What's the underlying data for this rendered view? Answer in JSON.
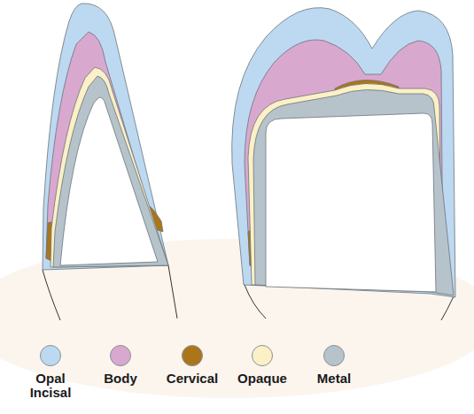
{
  "diagram": {
    "legend": [
      {
        "text": "Opal Incisal",
        "color": "#bcd9f1"
      },
      {
        "text": "Body",
        "color": "#d9a8cf"
      },
      {
        "text": "Cervical",
        "color": "#ac7519"
      },
      {
        "text": "Opaque",
        "color": "#fbf0c6"
      },
      {
        "text": "Metal",
        "color": "#b7c3cb"
      }
    ]
  }
}
